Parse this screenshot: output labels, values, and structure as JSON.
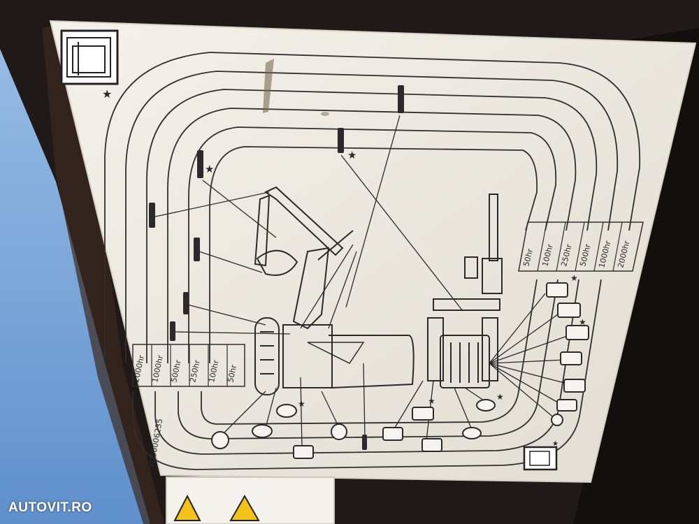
{
  "label": {
    "intervals_left": [
      "50hr",
      "100hr",
      "250hr",
      "500hr",
      "1000hr",
      "2000hr"
    ],
    "intervals_right": [
      "50hr",
      "100hr",
      "250hr",
      "500hr",
      "1000hr",
      "2000hr"
    ],
    "code": "YD00006235"
  },
  "watermark": "AUTOVIT.RO",
  "colors": {
    "sky": "#7aa6d6",
    "plate": "#efece4",
    "line": "#2f2f2f",
    "warning": "#f2c21b"
  }
}
